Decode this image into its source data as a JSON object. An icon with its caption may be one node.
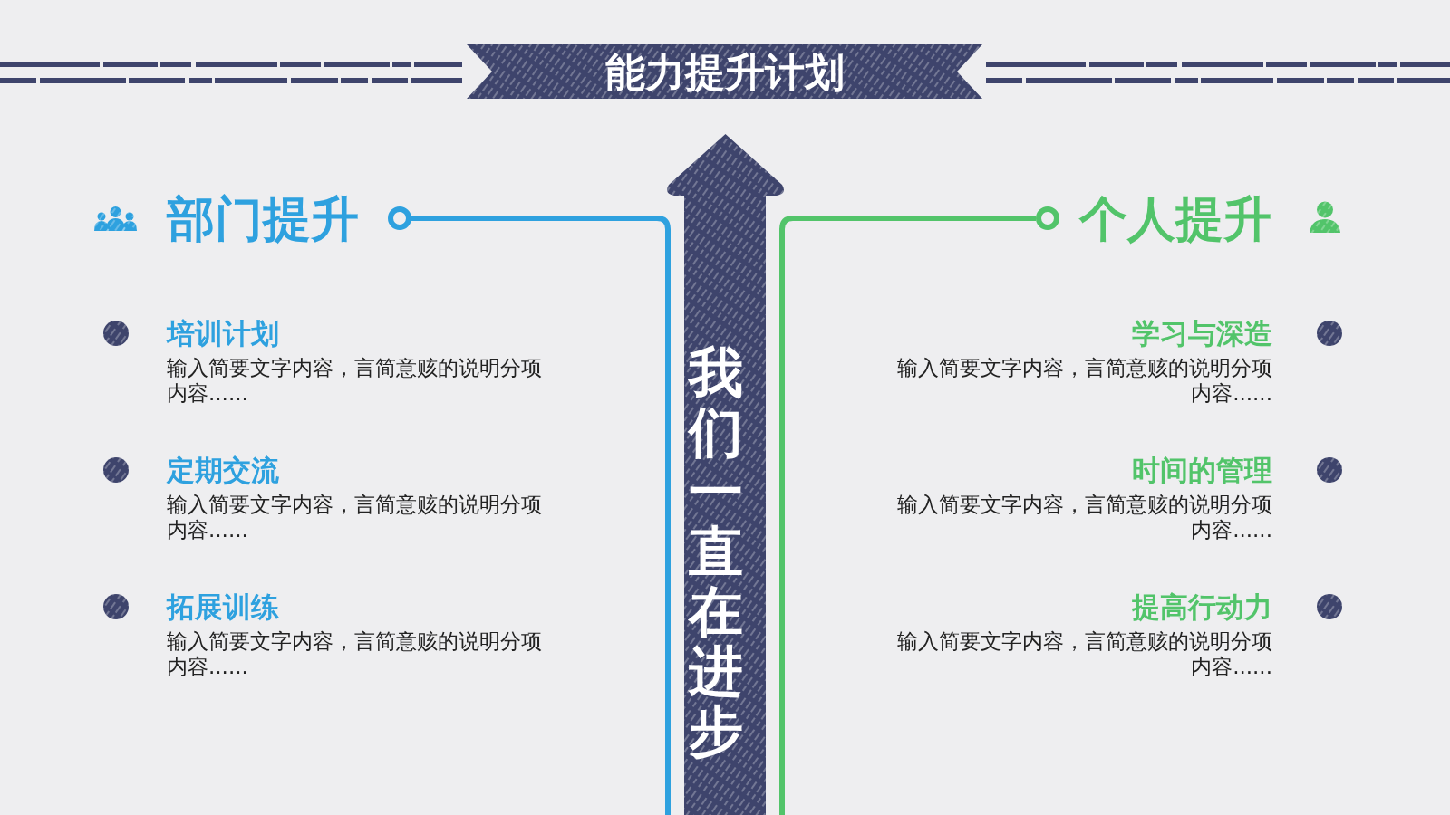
{
  "diagram": {
    "title": "能力提升计划",
    "nodes": [
      {
        "text": [
          "我们一直在进步"
        ]
      },
      {
        "text": [],
        "shape": "circle"
      },
      {
        "text": [],
        "shape": "circle"
      }
    ],
    "edges": [
      {
        "from": 1,
        "to": 0,
        "arrow": "none",
        "color": "#2ea1df"
      },
      {
        "from": 2,
        "to": 0,
        "arrow": "none",
        "color": "#52c46a"
      }
    ],
    "labels": [
      "部门提升",
      "个人提升",
      "培训计划",
      "输入简要文字内容，言简意赅的说明分项内容......",
      "定期交流",
      "输入简要文字内容，言简意赅的说明分项内容......",
      "拓展训练",
      "输入简要文字内容，言简意赅的说明分项内容......",
      "学习与深造",
      "输入简要文字内容，言简意赅的说明分项内容......",
      "时间的管理",
      "输入简要文字内容，言简意赅的说明分项内容......",
      "提高行动力",
      "输入简要文字内容，言简意赅的说明分项内容......"
    ]
  }
}
